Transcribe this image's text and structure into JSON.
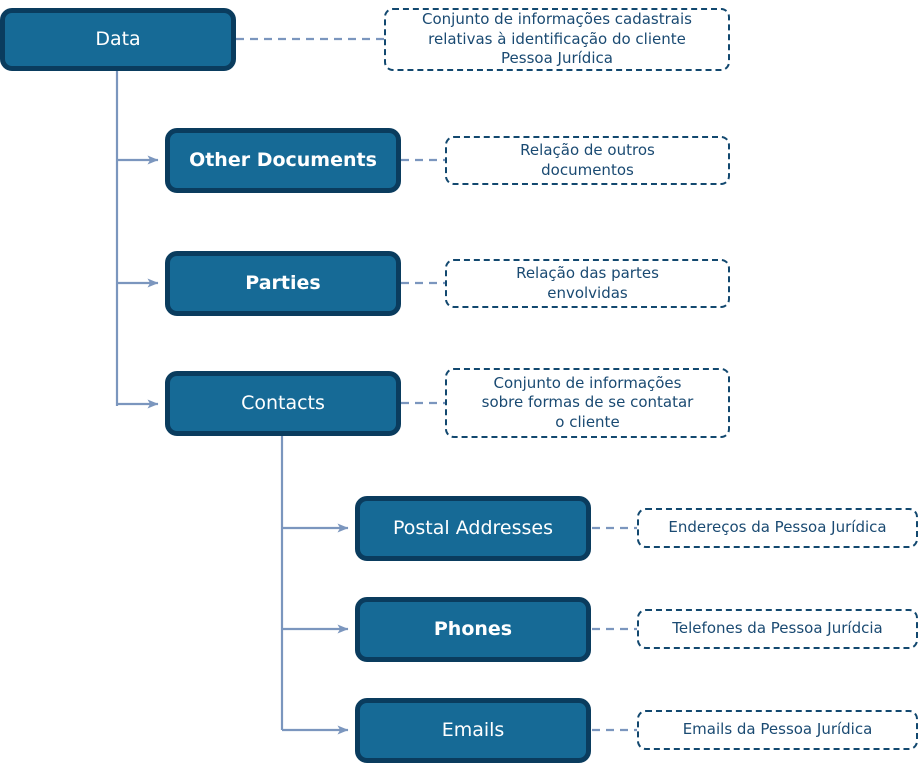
{
  "diagram": {
    "title": "Data structure tree",
    "colors": {
      "node_fill": "#166A96",
      "node_border": "#0A3C5E",
      "node_text": "#FFFFFF",
      "note_border": "#12486F",
      "note_text": "#1A4A72",
      "connector": "#7B96BE",
      "background": "#FFFFFF"
    },
    "nodes": [
      {
        "id": "data",
        "label": "Data"
      },
      {
        "id": "other-documents",
        "label": "Other Documents"
      },
      {
        "id": "parties",
        "label": "Parties"
      },
      {
        "id": "contacts",
        "label": "Contacts"
      },
      {
        "id": "postal-addresses",
        "label": "Postal Addresses"
      },
      {
        "id": "phones",
        "label": "Phones"
      },
      {
        "id": "emails",
        "label": "Emails"
      }
    ],
    "notes": [
      {
        "id": "note-data",
        "lines": [
          "Conjunto de informações cadastrais",
          "relativas à identificação do cliente",
          "Pessoa Jurídica"
        ]
      },
      {
        "id": "note-other-documents",
        "lines": [
          "Relação de outros",
          "documentos"
        ]
      },
      {
        "id": "note-parties",
        "lines": [
          "Relação das partes",
          "envolvidas"
        ]
      },
      {
        "id": "note-contacts",
        "lines": [
          "Conjunto de informações",
          "sobre formas de se contatar",
          "o cliente"
        ]
      },
      {
        "id": "note-postal-addresses",
        "lines": [
          "Endereços da Pessoa Jurídica"
        ]
      },
      {
        "id": "note-phones",
        "lines": [
          "Telefones da Pessoa Jurídcia"
        ]
      },
      {
        "id": "note-emails",
        "lines": [
          "Emails da Pessoa Jurídica"
        ]
      }
    ],
    "edges": [
      {
        "from": "data",
        "to": "other-documents"
      },
      {
        "from": "data",
        "to": "parties"
      },
      {
        "from": "data",
        "to": "contacts"
      },
      {
        "from": "contacts",
        "to": "postal-addresses"
      },
      {
        "from": "contacts",
        "to": "phones"
      },
      {
        "from": "contacts",
        "to": "emails"
      }
    ]
  }
}
